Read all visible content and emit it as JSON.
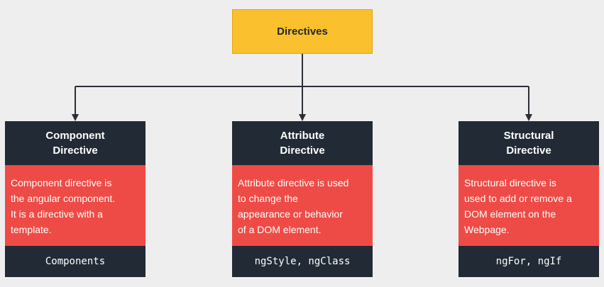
{
  "root": {
    "label": "Directives"
  },
  "cards": [
    {
      "title_lines": [
        "Component",
        "Directive"
      ],
      "description_lines": [
        "Component directive is",
        "the angular component.",
        "It is a directive with a",
        "template."
      ],
      "examples": "Components"
    },
    {
      "title_lines": [
        "Attribute",
        "Directive"
      ],
      "description_lines": [
        "Attribute directive is used",
        "to change the",
        "appearance or behavior",
        "of a DOM element."
      ],
      "examples": "ngStyle, ngClass"
    },
    {
      "title_lines": [
        "Structural",
        "Directive"
      ],
      "description_lines": [
        "Structural directive is",
        "used to add or remove a",
        "DOM element on the",
        "Webpage."
      ],
      "examples": "ngFor, ngIf"
    }
  ],
  "colors": {
    "root_fill": "#fbc02d",
    "header_fill": "#222a35",
    "body_fill": "#ef4b46",
    "connector": "#2b2f36",
    "background": "#eeeeee"
  }
}
